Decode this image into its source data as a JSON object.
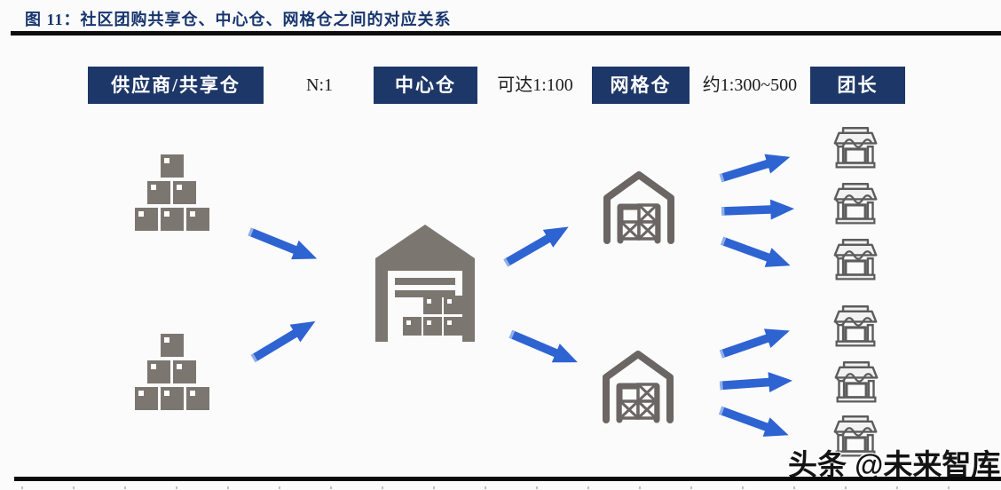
{
  "title": {
    "figure_label": "图 11：",
    "text": "社区团购共享仓、中心仓、网格仓之间的对应关系"
  },
  "flow_header": {
    "nodes": [
      {
        "id": "supplier-shared-warehouse",
        "label": "供应商/共享仓"
      },
      {
        "id": "central-warehouse",
        "label": "中心仓"
      },
      {
        "id": "grid-warehouse",
        "label": "网格仓"
      },
      {
        "id": "group-leader",
        "label": "团长"
      }
    ],
    "ratios": [
      {
        "between": "supplier-to-central",
        "label": "N:1"
      },
      {
        "between": "central-to-grid",
        "label": "可达1:100"
      },
      {
        "between": "grid-to-leader",
        "label": "约1:300~500"
      }
    ]
  },
  "diagram": {
    "supplier_box_stacks": 2,
    "central_warehouses": 1,
    "grid_warehouses": 2,
    "storefront_groups": [
      {
        "count": 3
      },
      {
        "count": 3
      }
    ],
    "icon_names": [
      "boxes-stack-icon",
      "warehouse-solid-icon",
      "warehouse-outline-icon",
      "storefront-icon",
      "flow-arrow-icon"
    ]
  },
  "watermark": {
    "text": "头条 @未来智库"
  },
  "colors": {
    "title_text": "#17356d",
    "node_box": "#1d3768",
    "node_text": "#ffffff",
    "arrow_blue": "#2e63d2",
    "icon_gray": "#7c7671",
    "outline_gray": "#6b6663",
    "rule_black": "#0d0d0d"
  }
}
